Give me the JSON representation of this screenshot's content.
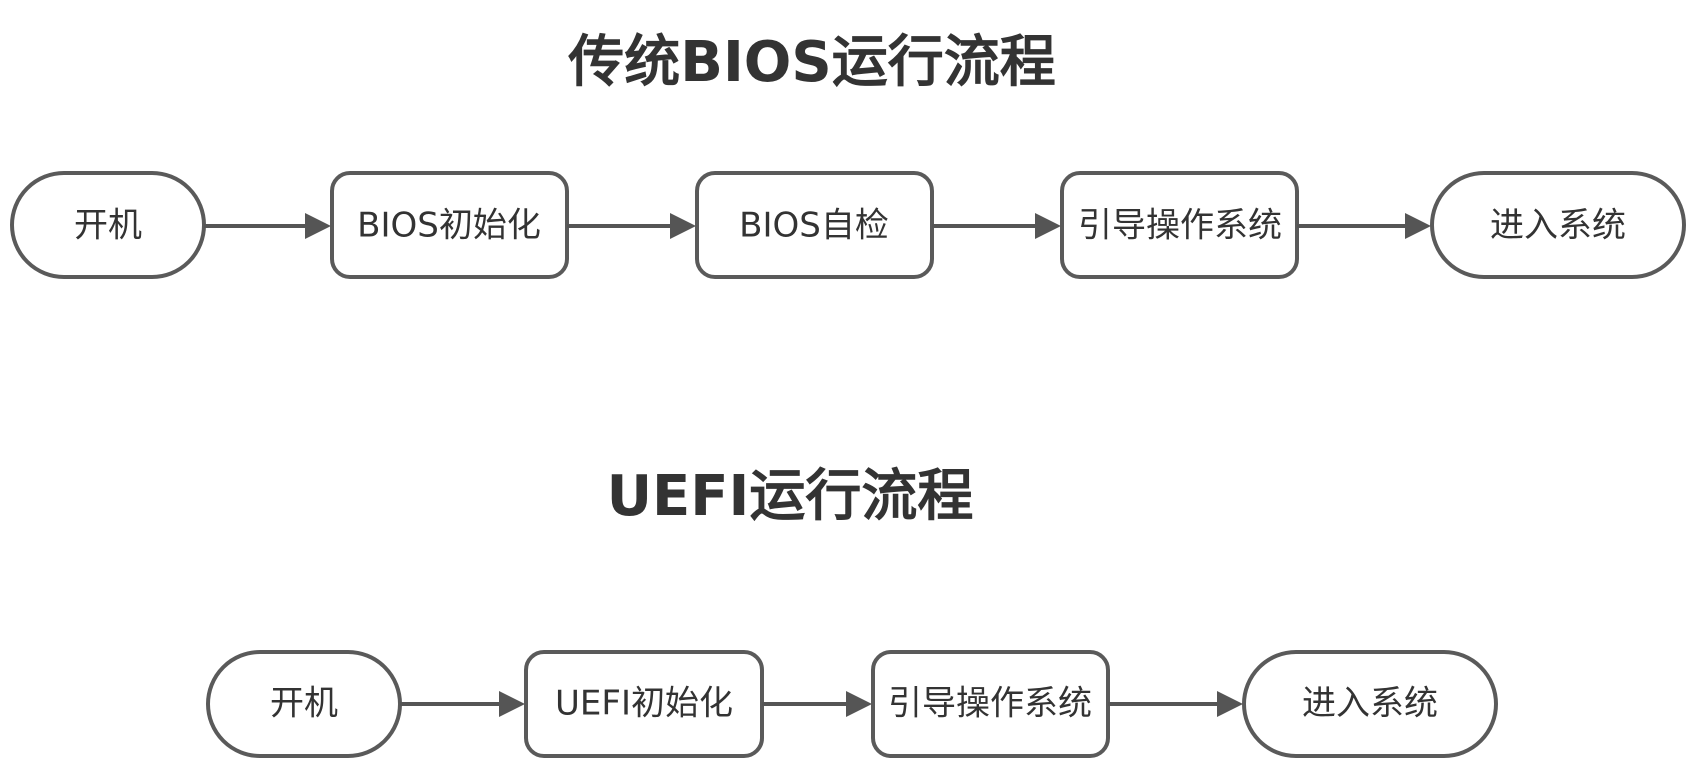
{
  "flows": [
    {
      "title": "传统BIOS运行流程",
      "nodes": [
        {
          "label": "开机",
          "shape": "terminal"
        },
        {
          "label": "BIOS初始化",
          "shape": "process"
        },
        {
          "label": "BIOS自检",
          "shape": "process"
        },
        {
          "label": "引导操作系统",
          "shape": "process"
        },
        {
          "label": "进入系统",
          "shape": "terminal"
        }
      ]
    },
    {
      "title": "UEFI运行流程",
      "nodes": [
        {
          "label": "开机",
          "shape": "terminal"
        },
        {
          "label": "UEFI初始化",
          "shape": "process"
        },
        {
          "label": "引导操作系统",
          "shape": "process"
        },
        {
          "label": "进入系统",
          "shape": "terminal"
        }
      ]
    }
  ]
}
